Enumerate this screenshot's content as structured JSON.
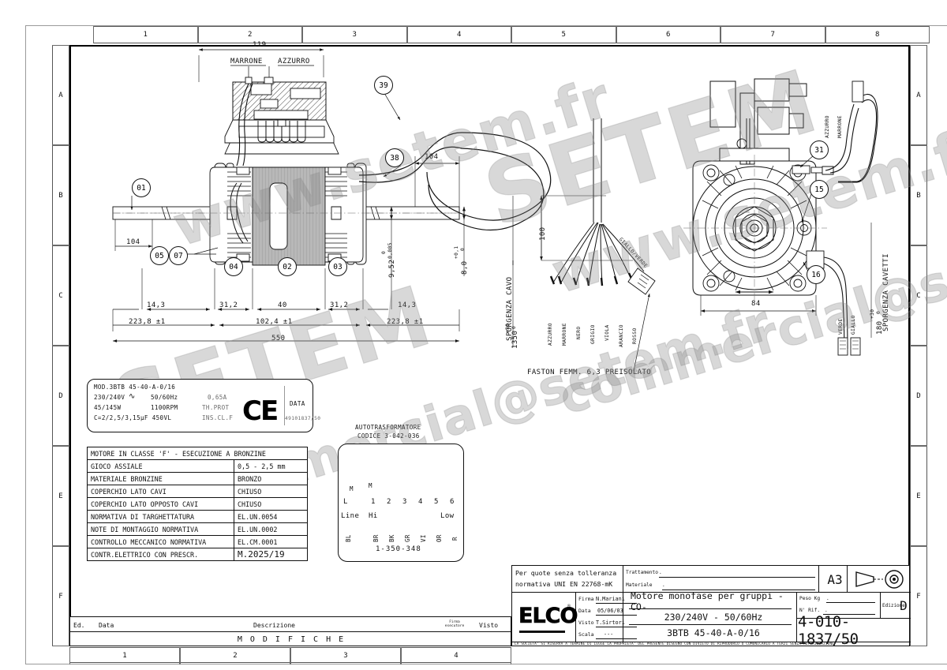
{
  "sheet": {
    "format": "A3",
    "zones_top": [
      "1",
      "2",
      "3",
      "4",
      "5",
      "6",
      "7",
      "8"
    ],
    "zones_bottom": [
      "1",
      "2",
      "3",
      "4"
    ],
    "zones_left": [
      "A",
      "B",
      "C",
      "D",
      "E",
      "F"
    ],
    "zones_right": [
      "A",
      "B",
      "C",
      "D",
      "E",
      "F"
    ]
  },
  "watermark": {
    "line1": "www.setem.fr",
    "line2": "SETEM",
    "line3": "commercial@setem.fr"
  },
  "views": {
    "top_dimension": "119",
    "terminal_labels": {
      "brown": "MARRONE",
      "blue": "AZZURRO"
    },
    "terminal_block_row1": "M M",
    "terminal_block_row2": "L 1 2 3 4 5 6",
    "balloons": [
      "01",
      "02",
      "03",
      "04",
      "05",
      "07",
      "38",
      "39",
      "31",
      "15",
      "16"
    ],
    "dims_left": {
      "shaft_left": "104",
      "a_left": "14,3",
      "b_left": "31,2",
      "core": "40",
      "b_right": "31,2",
      "a_right": "14,3",
      "overall_left": "223,8 ±1",
      "overall_center": "102,4 ±1",
      "overall_right": "223,8 ±1",
      "total": "550"
    },
    "dims_right_shaft": {
      "length": "104",
      "dia_major": "9,52",
      "dia_major_tol_top": "0",
      "dia_major_tol_bot": "-0,005",
      "dia_minor": "8,0",
      "dia_minor_tol_top": "+0,1",
      "dia_minor_tol_bot": "0"
    },
    "cable": {
      "label": "SPORGENZA CAVO",
      "length": "1350",
      "length_tol_top": "+30",
      "length_tol_bot": "0",
      "strip": "100",
      "earth_wire": "GIALLO/VERDE",
      "terminal_note": "FASTON FEMM. 6,3 PREISOLATO",
      "wire_colors": [
        "AZZURRO",
        "MARRONE",
        "NERO",
        "GRIGIO",
        "VIOLA",
        "ARANCIO",
        "ROSSO"
      ]
    },
    "right_view": {
      "width": "84",
      "leads_label": "SPORGENZA CAVETTI",
      "leads_length": "180",
      "leads_tol_top": "+30",
      "leads_tol_bot": "0",
      "lead_blue": "AZZURRO",
      "lead_brown": "MARRONE",
      "lead_green": "VERDE",
      "lead_yellow": "GIALLO"
    }
  },
  "nameplate": {
    "line1": "MOD.3BTB 45-40-A-0/16",
    "line2a": "230/240V",
    "line2b": "50/60Hz",
    "line3a": "45/145W",
    "line3b": "1100RPM",
    "line4": "C=2/2,5/3,15µF 450VL",
    "col2_line2": "0,65A",
    "col2_line3": "TH.PROT",
    "col2_line4": "INS.CL.F",
    "ce_mark": "CE",
    "data_label": "DATA",
    "data_code": "49101837/50"
  },
  "spec_table": {
    "header": "MOTORE IN CLASSE 'F' - ESECUZIONE A BRONZINE",
    "rows": [
      {
        "label": "GIOCO ASSIALE",
        "value": "0,5 - 2,5 mm"
      },
      {
        "label": "MATERIALE BRONZINE",
        "value": "BRONZO"
      },
      {
        "label": "COPERCHIO LATO CAVI",
        "value": "CHIUSO"
      },
      {
        "label": "COPERCHIO LATO OPPOSTO CAVI",
        "value": "CHIUSO"
      },
      {
        "label": "NORMATIVA DI TARGHETTATURA",
        "value": "EL.UN.0054"
      },
      {
        "label": "NOTE DI MONTAGGIO NORMATIVA",
        "value": "EL.UN.0002"
      },
      {
        "label": "CONTROLLO MECCANICO NORMATIVA",
        "value": "EL.CM.0001"
      },
      {
        "label": "CONTR.ELETTRICO CON PRESCR.",
        "value": "M.2025/19"
      }
    ]
  },
  "autotransformer": {
    "title": "AUTOTRASFORMATORE",
    "code": "CODICE 3-042-036",
    "m_left": "M",
    "m_right": "M",
    "terminals": [
      "L",
      "1",
      "2",
      "3",
      "4",
      "5",
      "6"
    ],
    "tap_line": "Line",
    "tap_hi": "Hi",
    "tap_low": "Low",
    "wire_codes": [
      "BL",
      "BR",
      "BK",
      "GR",
      "VI",
      "OR",
      "R"
    ],
    "part_number": "1-350-348"
  },
  "modifications": {
    "col_ed": "Ed.",
    "col_data": "Data",
    "col_descrizione": "Descrizione",
    "col_firma": "Firma\nesecutore",
    "col_visto": "Visto",
    "title": "M O D I F I C H E"
  },
  "title_block": {
    "tolerance_line1": "Per quote senza tolleranza",
    "tolerance_line2": "normativa UNI EN 22768-mK",
    "trattamento_label": "Trattamento",
    "trattamento_value": ".",
    "materiale_label": "Materiale",
    "materiale_value": ".",
    "format": "A3",
    "firma_label": "Firma",
    "firma_value": "N.Mariani",
    "data_label": "Data",
    "data_value": "05/06/03",
    "visto_label": "Visto",
    "visto_value": "T.Sirtori",
    "scala_label": "Scala",
    "scala_value": "---",
    "brand": "ELCO",
    "brand_mark": "®",
    "desc_line1": "Motore monofase per gruppi -CO-",
    "desc_line2": "230/240V  -  50/60Hz",
    "desc_line3": "3BTB 45-40-A-0/16",
    "peso_label": "Peso Kg",
    "peso_value": ".",
    "rif_label": "N' Rif.",
    "rif_value": ".",
    "edizione_label": "Edizione",
    "edizione_value": "D",
    "drawing_number": "4-010-1837/50",
    "legal": "LA SOCIETA' SI RISERVA A TERMINE DI LEGGE LA PROPRIETA' DEL PRESENTE DISEGNO CON DIVIETO DI RIPRODURLO O COMUNICARLO A TERZI SENZA AUTORIZZAZIONE"
  }
}
